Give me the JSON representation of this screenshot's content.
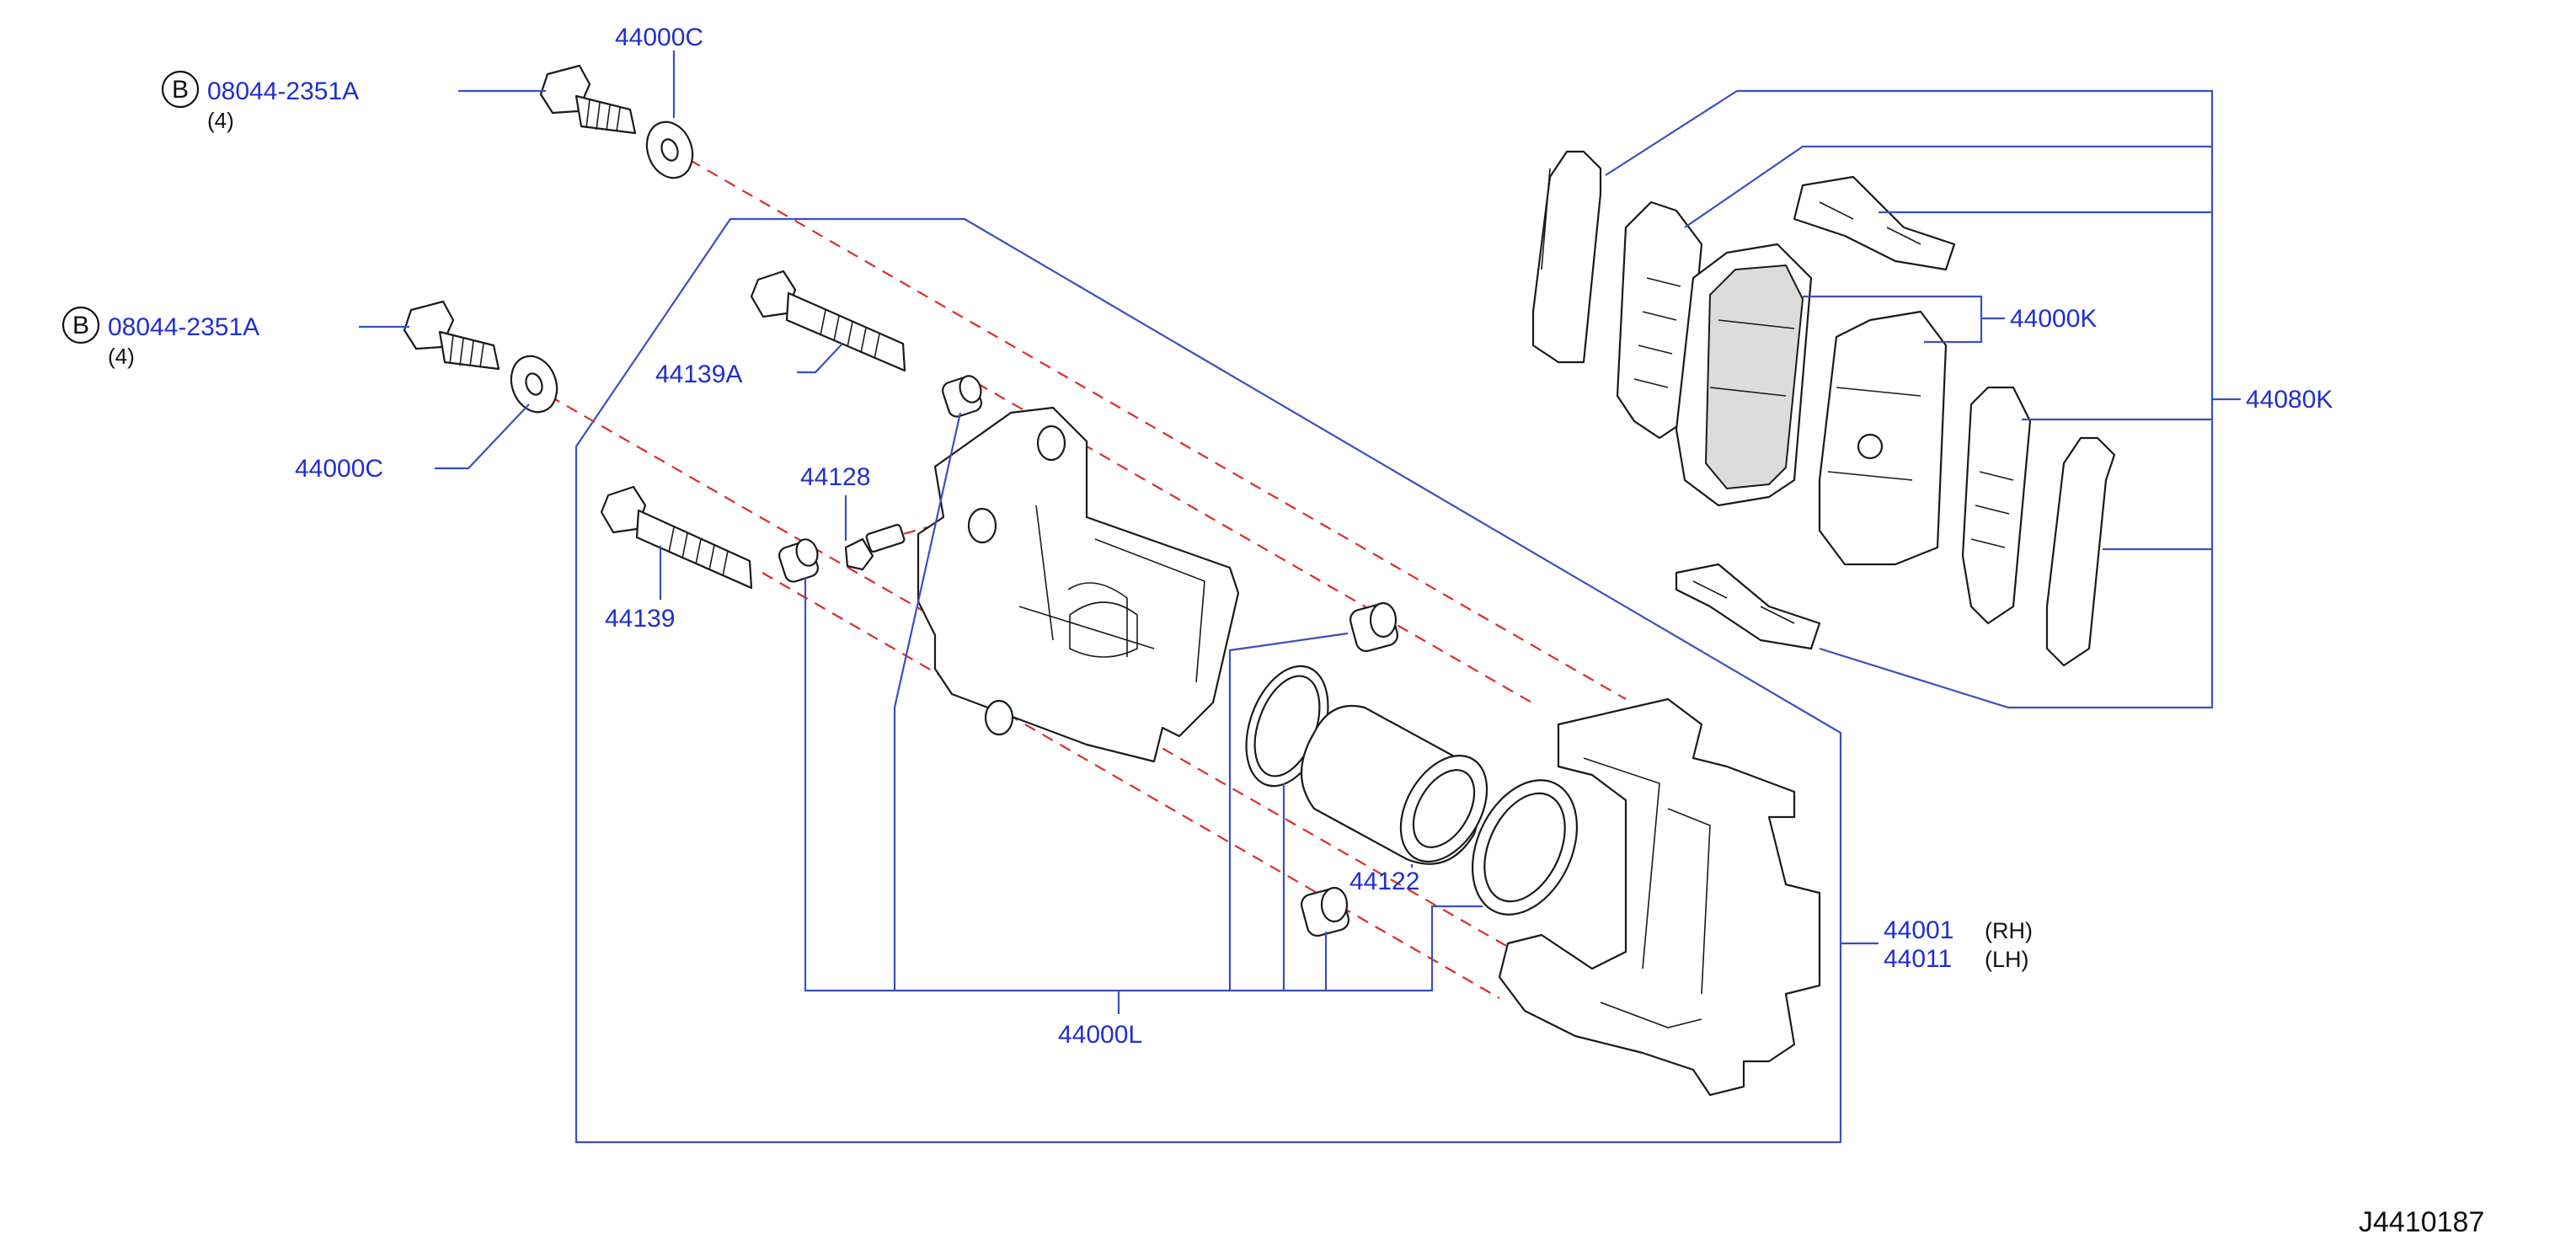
{
  "diagram": {
    "code": "J4410187",
    "callout_letter": "B",
    "labels": {
      "bolt_a_number": "08044-2351A",
      "bolt_a_qty": "(4)",
      "bolt_b_number": "08044-2351A",
      "bolt_b_qty": "(4)",
      "washer_top": "44000C",
      "washer_left": "44000C",
      "guide_pin_a": "44139A",
      "guide_pin": "44139",
      "bleeder": "44128",
      "piston": "44122",
      "seal_kit": "44000L",
      "pad_kit": "44000K",
      "pad_set": "44080K",
      "caliper_rh_number": "44001",
      "caliper_rh_side": "(RH)",
      "caliper_lh_number": "44011",
      "caliper_lh_side": "(LH)"
    },
    "colors": {
      "label": "#1f2fcf",
      "leader": "#3a4fbf",
      "centerline": "#e02a2a",
      "outline": "#1a1a1a"
    }
  }
}
